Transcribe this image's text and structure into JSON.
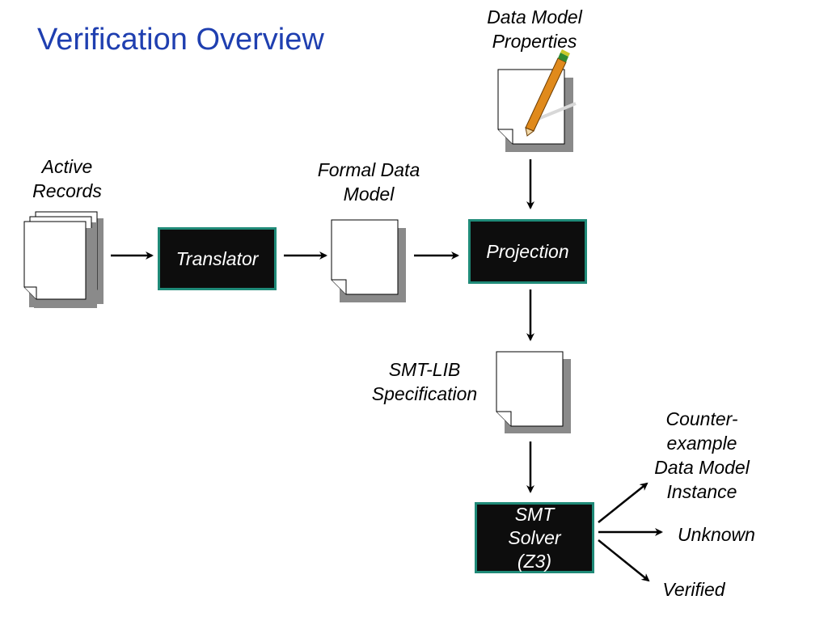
{
  "title": "Verification Overview",
  "labels": {
    "data_model_properties": "Data Model\nProperties",
    "active_records": "Active\nRecords",
    "formal_data_model": "Formal Data\nModel",
    "smt_lib_specification": "SMT-LIB\nSpecification",
    "counterexample": "Counter-\nexample\nData Model\nInstance",
    "unknown": "Unknown",
    "verified": "Verified"
  },
  "boxes": {
    "translator": "Translator",
    "projection": "Projection",
    "smt_solver": "SMT\nSolver\n(Z3)"
  },
  "colors": {
    "title": "#1f3fb0",
    "box_fill": "#0d0d0d",
    "box_border": "#1f8a78",
    "doc_shadow": "#8a8a8a"
  },
  "icons": [
    "document-icon",
    "document-stack-icon",
    "pencil-icon",
    "arrow-icon"
  ]
}
